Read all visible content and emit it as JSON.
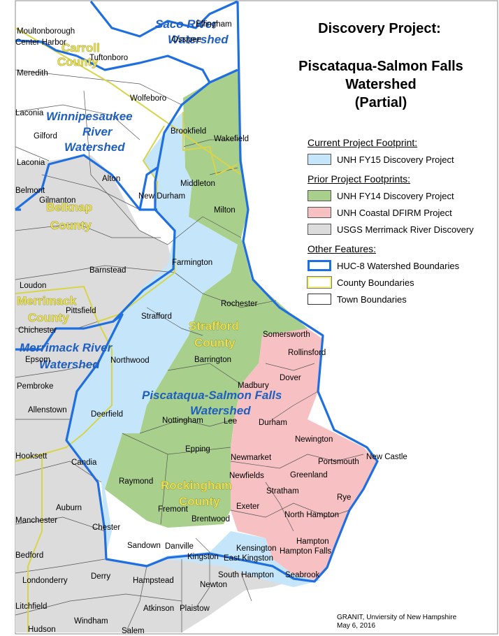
{
  "title": {
    "line1": "Discovery Project:",
    "line2": "Piscataqua-Salmon Falls",
    "line3": "Watershed",
    "line4": "(Partial)"
  },
  "legend": {
    "current_heading": "Current Project Footprint:",
    "current_items": [
      {
        "label": "UNH FY15 Discovery Project",
        "color": "#c5e6fa"
      }
    ],
    "prior_heading": "Prior Project Footprints:",
    "prior_items": [
      {
        "label": "UNH FY14 Discovery Project",
        "color": "#a9cf8d"
      },
      {
        "label": "UNH Coastal DFIRM Project",
        "color": "#f7c1c4"
      },
      {
        "label": "USGS Merrimack River Discovery",
        "color": "#dcdcdc"
      }
    ],
    "other_heading": "Other Features:",
    "other_items": [
      {
        "label": "HUC-8 Watershed Boundaries",
        "color": "#1f6fe0"
      },
      {
        "label": "County Boundaries",
        "color": "#f2ef7a"
      },
      {
        "label": "Town Boundaries",
        "color": "#333333"
      }
    ]
  },
  "watersheds": {
    "saco": [
      "Saco River",
      "Watershed"
    ],
    "winnipesaukee": [
      "Winnipesaukee",
      "River",
      "Watershed"
    ],
    "merrimack": [
      "Merrimack River",
      "Watershed"
    ],
    "piscataqua": [
      "Piscataqua-Salmon Falls",
      "Watershed"
    ]
  },
  "counties": {
    "carroll": [
      "Carroll",
      "County"
    ],
    "belknap": [
      "Belknap",
      "County"
    ],
    "merrimack": [
      "Merrimack",
      "County"
    ],
    "strafford": [
      "Strafford",
      "County"
    ],
    "rockingham": [
      "Rockingham",
      "County"
    ]
  },
  "towns": {
    "effingham": "Effingham",
    "ossipee": "Ossipee",
    "moultonborough": "Moultonborough",
    "center_harbor": "Center Harbor",
    "tuftonboro": "Tuftonboro",
    "meredith": "Meredith",
    "wolfeboro": "Wolfeboro",
    "laconia1": "Laconia",
    "gilford": "Gilford",
    "laconia2": "Laconia",
    "belmont": "Belmont",
    "gilmanton": "Gilmanton",
    "alton": "Alton",
    "brookfield": "Brookfield",
    "wakefield": "Wakefield",
    "middleton": "Middleton",
    "new_durham": "New Durham",
    "milton": "Milton",
    "farmington": "Farmington",
    "barnstead": "Barnstead",
    "loudon": "Loudon",
    "pittsfield": "Pittsfield",
    "chichester": "Chichester",
    "strafford": "Strafford",
    "rochester": "Rochester",
    "somersworth": "Somersworth",
    "rollinsford": "Rollinsford",
    "epsom": "Epsom",
    "northwood": "Northwood",
    "barrington": "Barrington",
    "dover": "Dover",
    "pembroke": "Pembroke",
    "madbury": "Madbury",
    "allenstown": "Allenstown",
    "deerfield": "Deerfield",
    "nottingham": "Nottingham",
    "lee": "Lee",
    "durham": "Durham",
    "newington": "Newington",
    "hooksett": "Hooksett",
    "candia": "Candia",
    "epping": "Epping",
    "newmarket": "Newmarket",
    "portsmouth": "Portsmouth",
    "new_castle": "New Castle",
    "raymond": "Raymond",
    "newfields": "Newfields",
    "greenland": "Greenland",
    "stratham": "Stratham",
    "auburn": "Auburn",
    "fremont": "Fremont",
    "rye": "Rye",
    "manchester": "Manchester",
    "chester": "Chester",
    "brentwood": "Brentwood",
    "exeter": "Exeter",
    "north_hampton": "North Hampton",
    "hampton": "Hampton",
    "sandown": "Sandown",
    "danville": "Danville",
    "kensington": "Kensington",
    "hampton_falls": "Hampton Falls",
    "bedford": "Bedford",
    "kingston": "Kingston",
    "east_kingston": "East Kingston",
    "derry": "Derry",
    "hampstead": "Hampstead",
    "south_hampton": "South Hampton",
    "seabrook": "Seabrook",
    "londonderry": "Londonderry",
    "newton": "Newton",
    "litchfield": "Litchfield",
    "atkinson": "Atkinson",
    "plaistow": "Plaistow",
    "windham": "Windham",
    "hudson": "Hudson",
    "salem": "Salem"
  },
  "credit": {
    "line1": "GRANIT, Unviersity of New Hampshire",
    "line2": "May 6, 2016"
  }
}
